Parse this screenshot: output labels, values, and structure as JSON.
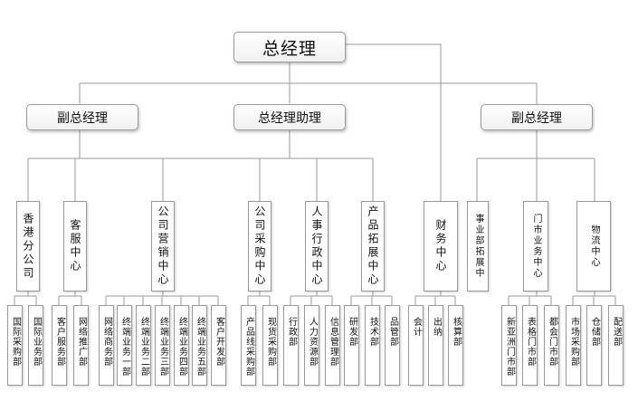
{
  "chart": {
    "root": "总经理",
    "level2": {
      "left": "副总经理",
      "center": "总经理助理",
      "right": "副总经理"
    },
    "departments": [
      {
        "label": "香港分公司",
        "units": [
          "国际采购部",
          "国际业务部"
        ]
      },
      {
        "label": "客服中心",
        "units": [
          "客户服务部",
          "网络推广部"
        ]
      },
      {
        "label": "公司营销中心",
        "units": [
          "网络商务部",
          "终端业务一部",
          "终端业务二部",
          "终端业务三部",
          "终端业务四部",
          "终端业务五部",
          "客户开发部"
        ]
      },
      {
        "label": "公司采购中心",
        "units": [
          "产品线采购部",
          "现货采购部"
        ]
      },
      {
        "label": "人事行政中心",
        "units": [
          "行政部",
          "人力资源部",
          "信息管理部"
        ]
      },
      {
        "label": "产品拓展中心",
        "units": [
          "研发部",
          "技术部",
          "品管部"
        ]
      },
      {
        "label": "财务中心",
        "units": [
          "会计",
          "出纳",
          "核算部"
        ]
      },
      {
        "label": "事业部拓展中",
        "units": []
      },
      {
        "label": "门市业务中心",
        "units": [
          "新亚洲门市部",
          "表格门市部",
          "都会门市部"
        ]
      },
      {
        "label": "物流中心",
        "units": [
          "市场采购部",
          "仓储部",
          "配送部"
        ]
      }
    ]
  }
}
